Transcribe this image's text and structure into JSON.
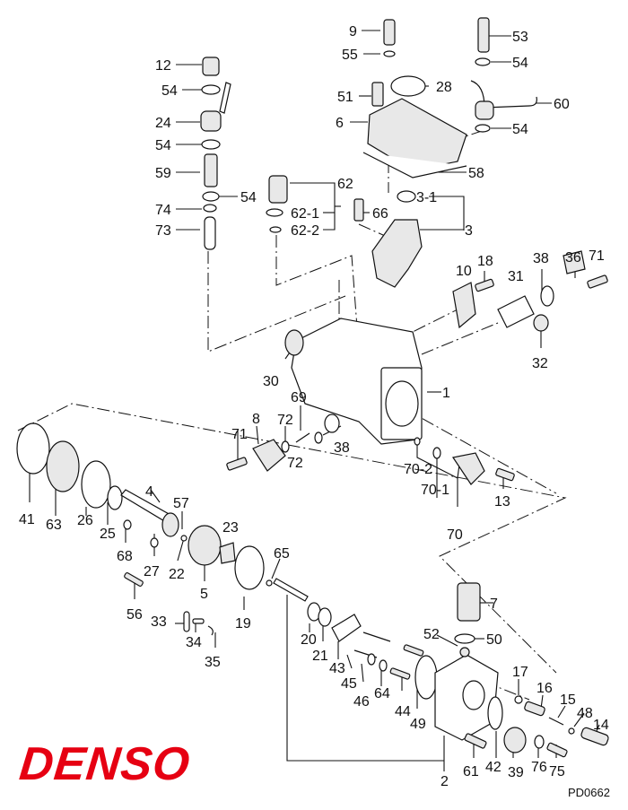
{
  "brand": {
    "name": "DENSO",
    "color": "#e60012"
  },
  "diagram_code": "PD0662",
  "diagram_title": "Fuel injection pump exploded parts diagram",
  "callouts": [
    "12",
    "54",
    "24",
    "54",
    "59",
    "54",
    "74",
    "73",
    "9",
    "55",
    "51",
    "6",
    "28",
    "58",
    "53",
    "54",
    "60",
    "54",
    "62",
    "62-1",
    "62-2",
    "66",
    "3-1",
    "3",
    "18",
    "10",
    "31",
    "38",
    "36",
    "71",
    "32",
    "30",
    "1",
    "69",
    "72",
    "8",
    "71",
    "72",
    "38",
    "70-2",
    "70-1",
    "70",
    "13",
    "41",
    "63",
    "26",
    "25",
    "4",
    "57",
    "68",
    "27",
    "22",
    "23",
    "5",
    "65",
    "19",
    "56",
    "33",
    "34",
    "35",
    "20",
    "21",
    "43",
    "45",
    "46",
    "64",
    "44",
    "49",
    "52",
    "50",
    "7",
    "17",
    "16",
    "15",
    "48",
    "14",
    "61",
    "42",
    "39",
    "76",
    "75",
    "2"
  ]
}
